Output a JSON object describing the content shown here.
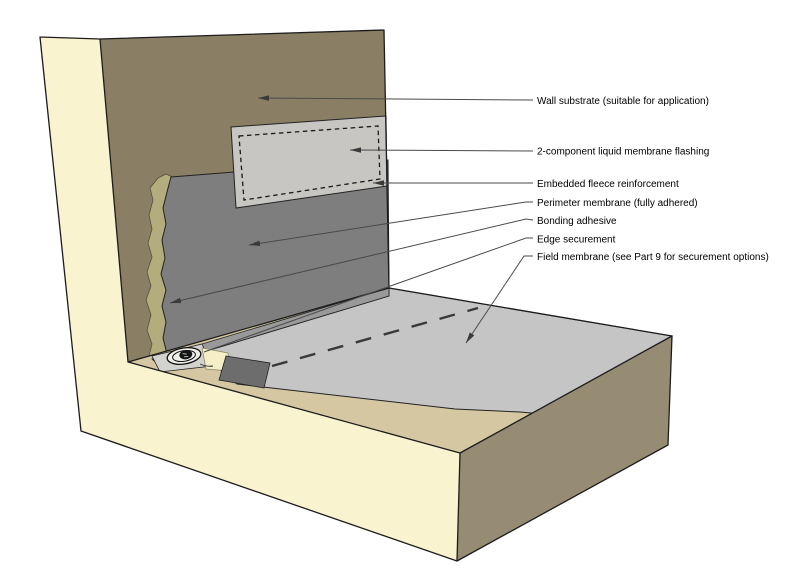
{
  "diagram": {
    "type": "construction-detail-isometric",
    "labels": [
      {
        "id": "wall-substrate",
        "text": "Wall substrate (suitable for application)"
      },
      {
        "id": "liquid-flashing",
        "text": "2-component liquid membrane flashing"
      },
      {
        "id": "fleece",
        "text": "Embedded fleece reinforcement"
      },
      {
        "id": "perimeter-membrane",
        "text": "Perimeter membrane (fully adhered)"
      },
      {
        "id": "bonding-adhesive",
        "text": "Bonding adhesive"
      },
      {
        "id": "edge-securement",
        "text": "Edge securement"
      },
      {
        "id": "field-membrane",
        "text": "Field membrane (see Part 9 for securement options)"
      }
    ],
    "colors": {
      "background": "#ffffff",
      "substrate_cream": "#faf3d0",
      "slab_top_tan": "#d4c7a2",
      "slab_side_olive": "#968c74",
      "wall_brown": "#8a7f64",
      "adhesive_olive": "#b3ad7d",
      "perimeter_membrane_gray": "#7e7e7e",
      "flashing_gray": "#c7c6c3",
      "field_membrane_gray": "#c5c5c5",
      "flange_gray": "#999999",
      "plate_strip_gray": "#d2d2cf",
      "corner_patch_cream": "#f5eec6",
      "dark_patch_gray": "#6d6d6d",
      "line": "#1c1c1c"
    }
  }
}
